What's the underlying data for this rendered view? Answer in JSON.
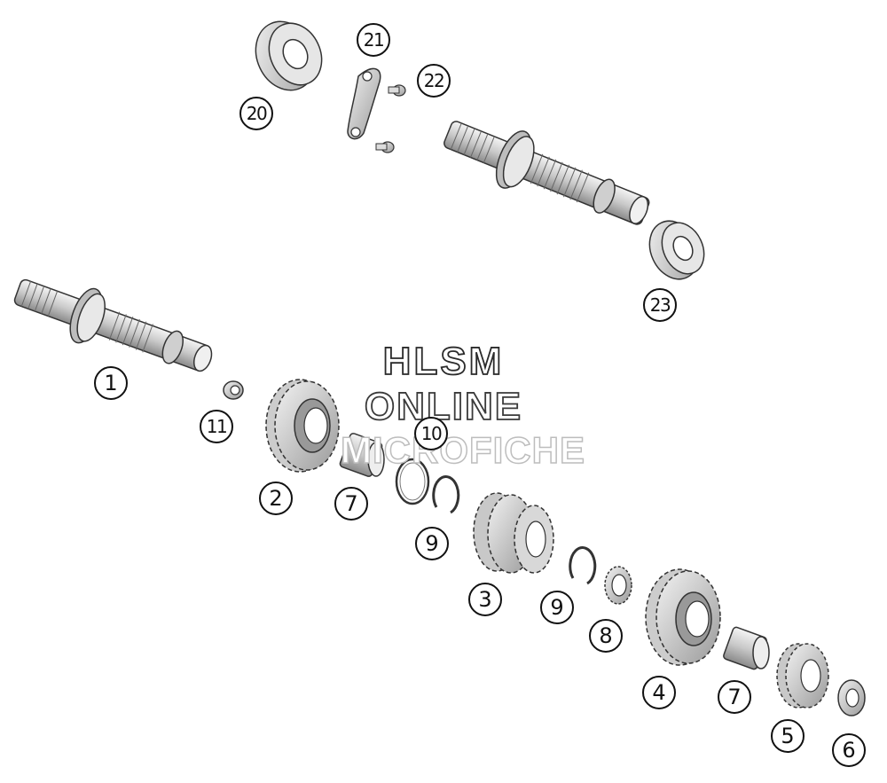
{
  "watermark": {
    "line1": "HLSM",
    "line2": "ONLINE",
    "line3": "MICROFICHE"
  },
  "callouts": [
    {
      "id": "c1",
      "label": "1"
    },
    {
      "id": "c2",
      "label": "2"
    },
    {
      "id": "c3",
      "label": "3"
    },
    {
      "id": "c4",
      "label": "4"
    },
    {
      "id": "c5",
      "label": "5"
    },
    {
      "id": "c6",
      "label": "6"
    },
    {
      "id": "c7a",
      "label": "7"
    },
    {
      "id": "c7b",
      "label": "7"
    },
    {
      "id": "c8",
      "label": "8"
    },
    {
      "id": "c9a",
      "label": "9"
    },
    {
      "id": "c9b",
      "label": "9"
    },
    {
      "id": "c10",
      "label": "10"
    },
    {
      "id": "c11",
      "label": "11"
    },
    {
      "id": "c20",
      "label": "20"
    },
    {
      "id": "c21",
      "label": "21"
    },
    {
      "id": "c22",
      "label": "22"
    },
    {
      "id": "c23",
      "label": "23"
    }
  ]
}
